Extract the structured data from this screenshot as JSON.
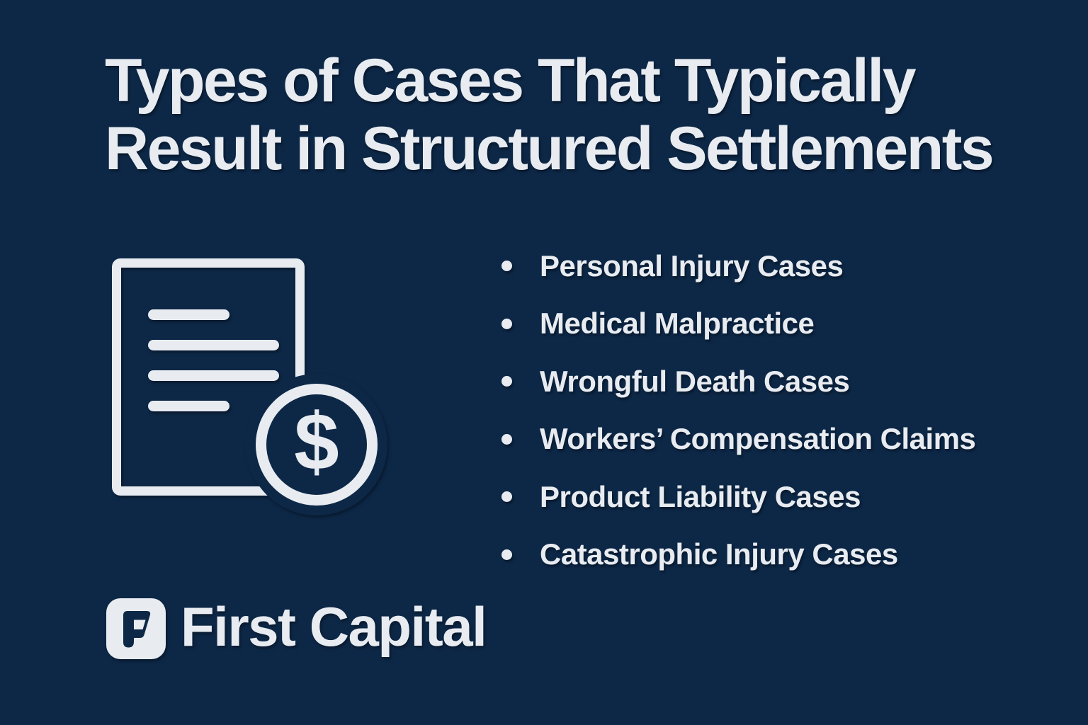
{
  "theme": {
    "background_color": "#0d2847",
    "foreground_color": "#e8ecf1"
  },
  "title": {
    "line1": "Types of Cases That Typically",
    "line2": "Result in Structured Settlements"
  },
  "bullets": [
    "Personal Injury Cases",
    "Medical Malpractice",
    "Wrongful Death Cases",
    "Workers’ Compensation Claims",
    "Product Liability Cases",
    "Catastrophic Injury Cases"
  ],
  "icon": {
    "name": "settlement-document-with-dollar",
    "dollar_symbol": "$"
  },
  "brand": {
    "name": "First Capital",
    "logo_letter": "F"
  }
}
